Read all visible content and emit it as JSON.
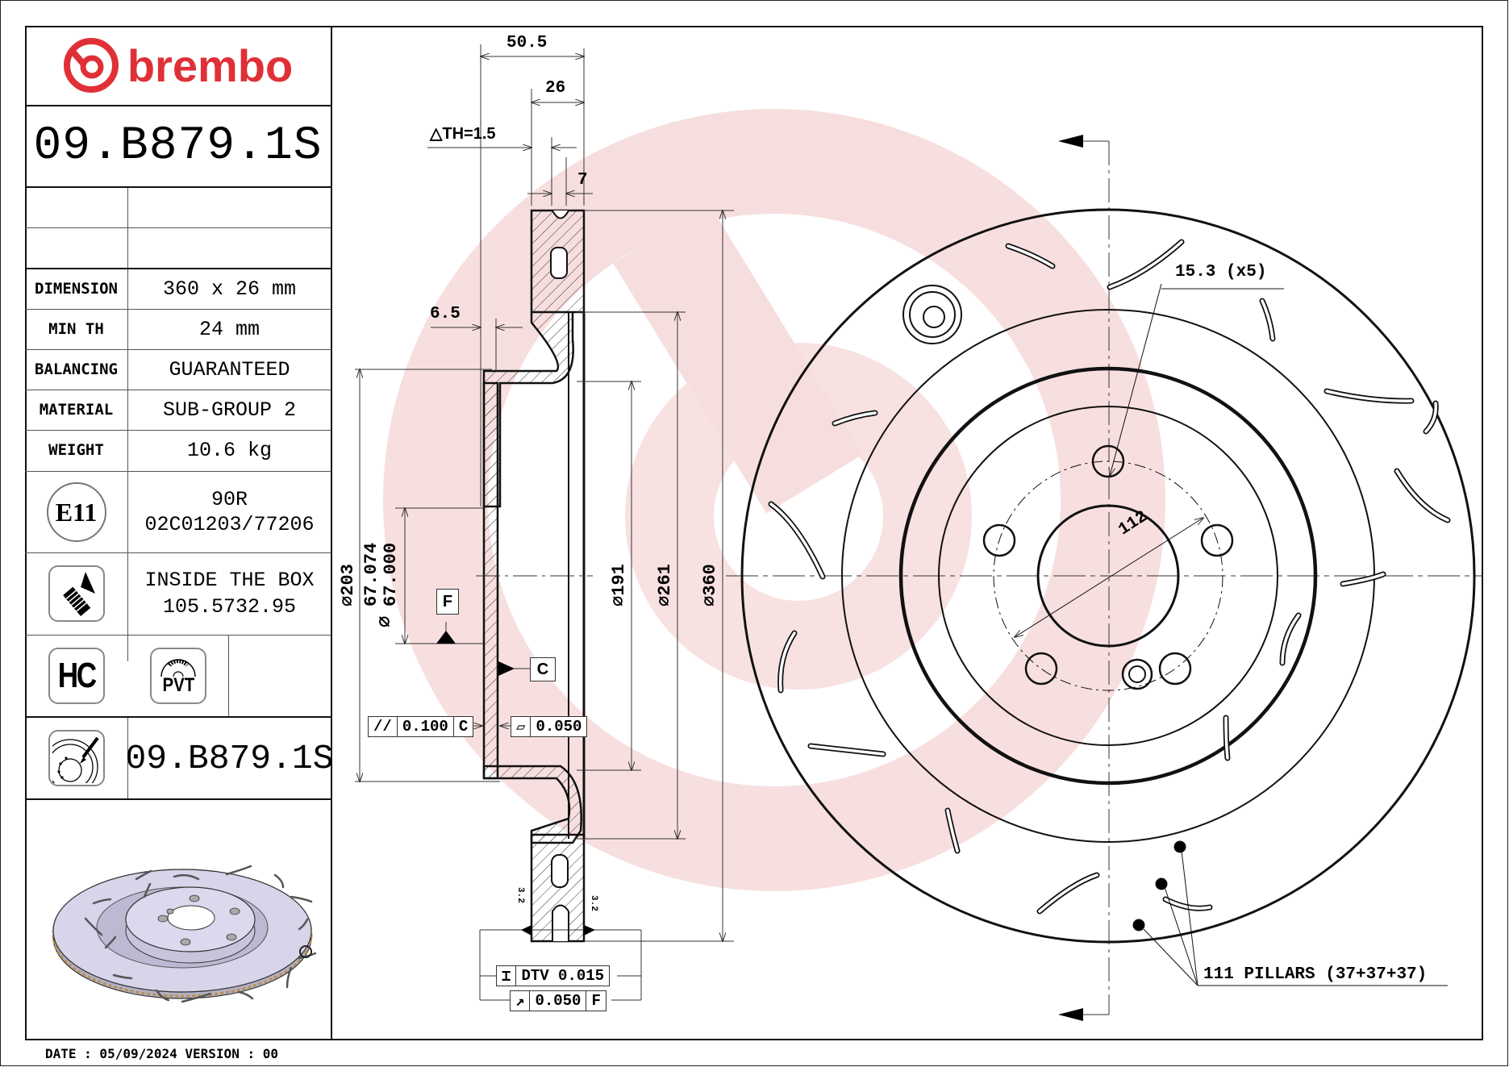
{
  "brand": {
    "name": "brembo",
    "color": "#e03037"
  },
  "part_number": "09.B879.1S",
  "specs": [
    {
      "label": "DIMENSION",
      "value": "360 x 26 mm"
    },
    {
      "label": "MIN TH",
      "value": "24 mm"
    },
    {
      "label": "BALANCING",
      "value": "GUARANTEED"
    },
    {
      "label": "MATERIAL",
      "value": "SUB-GROUP 2"
    },
    {
      "label": "WEIGHT",
      "value": "10.6 kg"
    }
  ],
  "homologation": {
    "badge": "E11",
    "line1": "90R",
    "line2": "02C01203/77206"
  },
  "screws": {
    "icon": "screw-icon",
    "line1": "INSIDE THE BOX",
    "line2": "105.5732.95"
  },
  "badges": {
    "hc": "HC",
    "pvt": "PVT"
  },
  "disc_icon_part_number": "09.B879.1S",
  "footer": {
    "date_text": "DATE : 05/09/2024 VERSION : 00"
  },
  "section_dims": {
    "overall_width": "50.5",
    "thickness": "26",
    "delta_th": "△TH=1.5",
    "slot_width": "7",
    "hat_offset": "6.5",
    "d203": "⌀203",
    "bore_max": "67.074",
    "bore_min": "67.000",
    "bore_prefix": "⌀",
    "d191": "⌀191",
    "d261": "⌀261",
    "d360": "⌀360",
    "datum_f": "F",
    "datum_c": "C",
    "roughness": "3.2"
  },
  "tolerances": {
    "parallelism": {
      "symbol": "//",
      "value": "0.100",
      "datum": "C"
    },
    "flatness": {
      "symbol": "▱",
      "value": "0.050"
    },
    "dtv": {
      "symbol": "⌶",
      "value": "DTV 0.015"
    },
    "runout": {
      "symbol": "↗",
      "value": "0.050",
      "datum": "F"
    }
  },
  "face_view": {
    "bolt_hole_note": "15.3 (x5)",
    "pcd": "112",
    "pillars_note": "111 PILLARS (37+37+37)"
  }
}
